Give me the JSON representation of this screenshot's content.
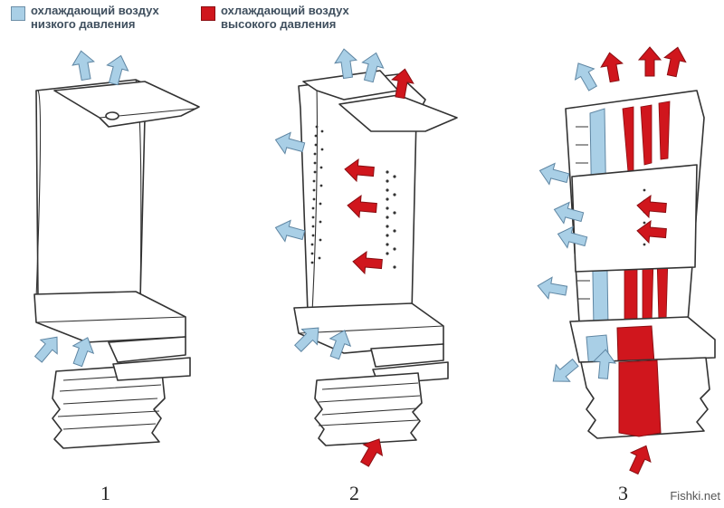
{
  "legend": {
    "low": {
      "line1": "охлаждающий воздух",
      "line2": "низкого давления",
      "color": "#a9cfe6"
    },
    "high": {
      "line1": "охлаждающий воздух",
      "line2": "высокого давления",
      "color": "#d0161d"
    }
  },
  "figures": [
    {
      "number": "1"
    },
    {
      "number": "2"
    },
    {
      "number": "3"
    }
  ],
  "watermark": "Fishki.net"
}
